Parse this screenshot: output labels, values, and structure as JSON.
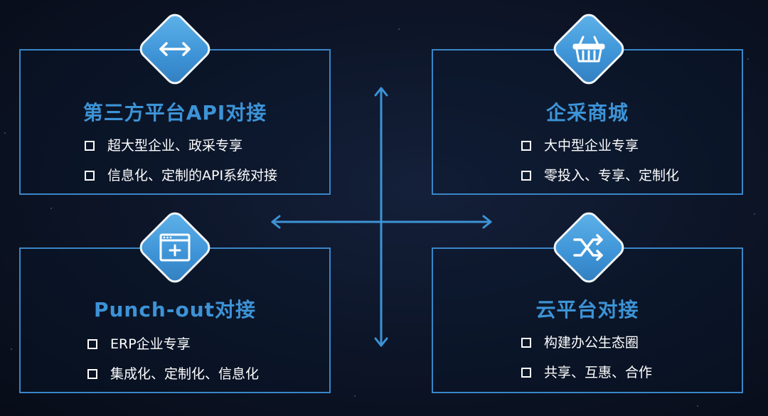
{
  "panels": {
    "tl": {
      "title": "第三方平台API对接",
      "icon": "double-arrow-icon",
      "items": [
        "超大型企业、政采专享",
        "信息化、定制的API系统对接"
      ]
    },
    "tr": {
      "title": "企采商城",
      "icon": "shopping-basket-icon",
      "items": [
        "大中型企业专享",
        "零投入、专享、定制化"
      ]
    },
    "bl": {
      "title": "Punch-out对接",
      "icon": "browser-window-plus-icon",
      "items": [
        "ERP企业专享",
        "集成化、定制化、信息化"
      ]
    },
    "br": {
      "title": "云平台对接",
      "icon": "shuffle-icon",
      "items": [
        "构建办公生态圈",
        "共享、互惠、合作"
      ]
    }
  },
  "colors": {
    "accent": "#3d93d6",
    "border": "#3a86c8",
    "background": "#0c1426",
    "text": "#ffffff"
  }
}
